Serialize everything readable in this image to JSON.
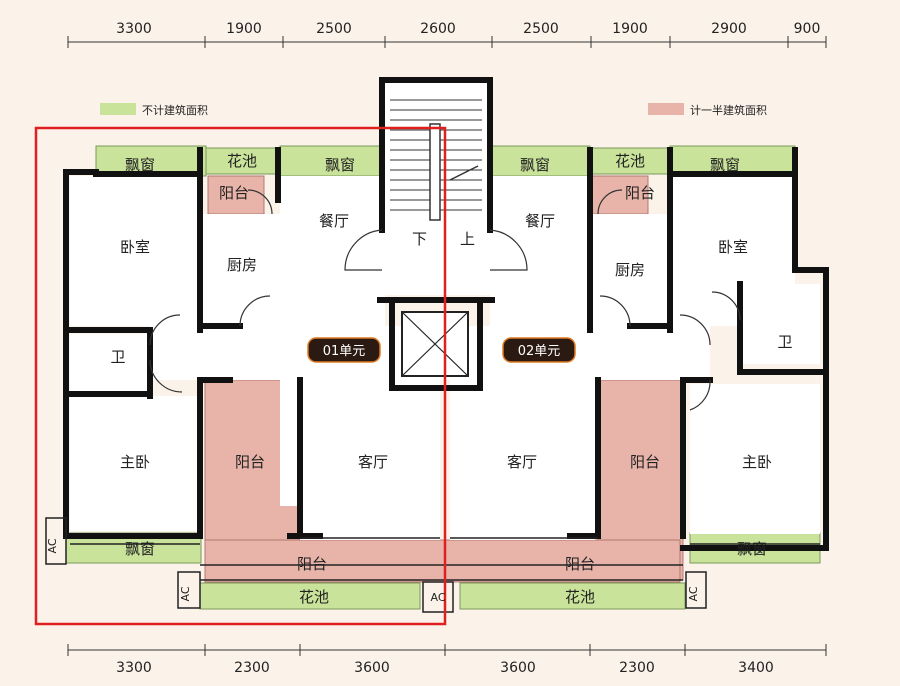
{
  "top_dimensions": [
    "3300",
    "1900",
    "2500",
    "2600",
    "2500",
    "1900",
    "2900",
    "900"
  ],
  "bottom_dimensions": [
    "3300",
    "2300",
    "3600",
    "3600",
    "2300",
    "3400"
  ],
  "legend": {
    "not_counted": "不计建筑面积",
    "half_counted": "计一半建筑面积",
    "not_counted_color": "#c9e39a",
    "half_counted_color": "#e8b3a8"
  },
  "rooms": {
    "bay_window": "飘窗",
    "planter": "花池",
    "balcony": "阳台",
    "dining": "餐厅",
    "bedroom": "卧室",
    "kitchen": "厨房",
    "bath": "卫",
    "master": "主卧",
    "living": "客厅",
    "ac": "AC",
    "stairs_down": "下",
    "stairs_up": "上"
  },
  "units": {
    "unit01": "01单元",
    "unit02": "02单元"
  },
  "colors": {
    "wall": "#111111",
    "highlight": "#e02020",
    "badge": "#2a1a12",
    "badge_border": "#e07a20",
    "floor": "#ffffff"
  }
}
